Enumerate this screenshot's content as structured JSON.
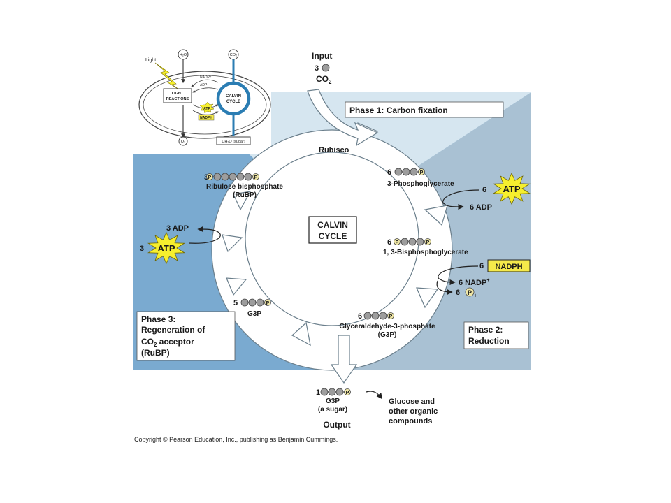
{
  "colors": {
    "blue_dark": "#7aaad0",
    "blue_mid": "#a9c1d3",
    "blue_light": "#d6e6f0",
    "starburst": "#f6ef2e",
    "nadph_box": "#f4e94a",
    "molecule": "#9d9d9d",
    "phosphate": "#efe7a6"
  },
  "input": {
    "label": "Input",
    "count": "3",
    "molecule": "CO",
    "subscript": "2"
  },
  "phases": {
    "phase1": "Phase 1: Carbon fixation",
    "phase2_line1": "Phase 2:",
    "phase2_line2": "Reduction",
    "phase3_line1": "Phase 3:",
    "phase3_line2": "Regeneration of",
    "phase3_line3a": "CO",
    "phase3_line3sub": "2",
    "phase3_line3b": " acceptor",
    "phase3_line4": "(RuBP)"
  },
  "enzyme": "Rubisco",
  "cycle_label": {
    "line1": "CALVIN",
    "line2": "CYCLE"
  },
  "molecules": {
    "rubp": {
      "count": "3",
      "name_line1": "Ribulose bisphosphate",
      "name_line2": "(RuBP)"
    },
    "pga": {
      "count": "6",
      "name": "3-Phosphoglycerate"
    },
    "bpg": {
      "count": "6",
      "name": "1, 3-Bisphosphoglycerate"
    },
    "g3p_main": {
      "count": "6",
      "name_line1": "Glyceraldehyde-3-phosphate",
      "name_line2": "(G3P)"
    },
    "g3p_regen": {
      "count": "5",
      "name": "G3P"
    },
    "g3p_out": {
      "count": "1",
      "name_line1": "G3P",
      "name_line2": "(a sugar)"
    }
  },
  "energy": {
    "atp1_count": "6",
    "atp_label": "ATP",
    "adp1": "6 ADP",
    "nadph_count": "6",
    "nadph_label": "NADPH",
    "nadp": "6 NADP",
    "nadp_sup": "+",
    "pi_count": "6",
    "pi_p": "P",
    "pi_sub": "i",
    "atp3_count": "3",
    "adp3": "3 ADP"
  },
  "output": {
    "label": "Output",
    "product_line1": "Glucose and",
    "product_line2": "other organic",
    "product_line3": "compounds"
  },
  "inset": {
    "light": "Light",
    "h2o": "H₂O",
    "co2": "CO₂",
    "light_reactions_line1": "LIGHT",
    "light_reactions_line2": "REACTIONS",
    "calvin_line1": "CALVIN",
    "calvin_line2": "CYCLE",
    "nadp": "NADP⁺",
    "adp": "ADP",
    "atp": "ATP",
    "nadph": "NADPH",
    "o2": "O₂",
    "sugar": "CH₂O (sugar)"
  },
  "copyright": "Copyright © Pearson Education, Inc., publishing as Benjamin Cummings."
}
